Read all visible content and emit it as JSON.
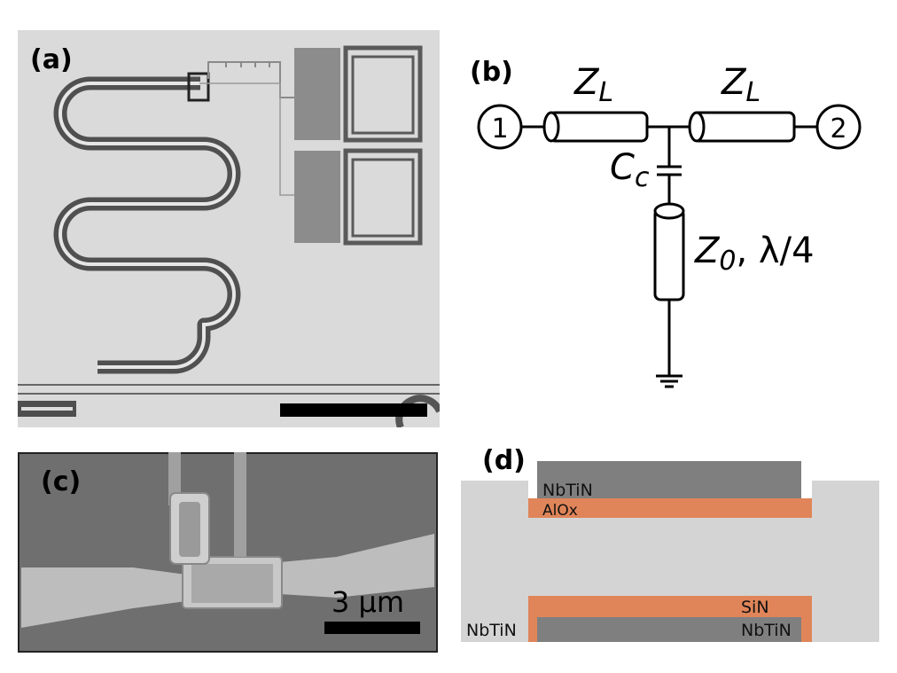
{
  "panels": {
    "a": {
      "label": "(a)"
    },
    "b": {
      "label": "(b)",
      "port1": "1",
      "port2": "2",
      "zl_left": "L",
      "zl_right": "L",
      "cap": "c",
      "res_sub": "0",
      "res_suffix": ", λ/4"
    },
    "c": {
      "label": "(c)",
      "scale_text": "3 µm"
    },
    "d": {
      "label": "(d)",
      "top_layer": "NbTiN",
      "alox": "AlOx",
      "sin": "SiN",
      "left_nbtin": "NbTiN",
      "bottom_nbtin": "NbTiN"
    }
  },
  "colors": {
    "sem_bg": "#d8d8d8",
    "sem_dark": "#4a4a4a",
    "orange": "#e08559",
    "grey_light": "#d4d4d4",
    "grey_dark": "#7f7f7f"
  }
}
